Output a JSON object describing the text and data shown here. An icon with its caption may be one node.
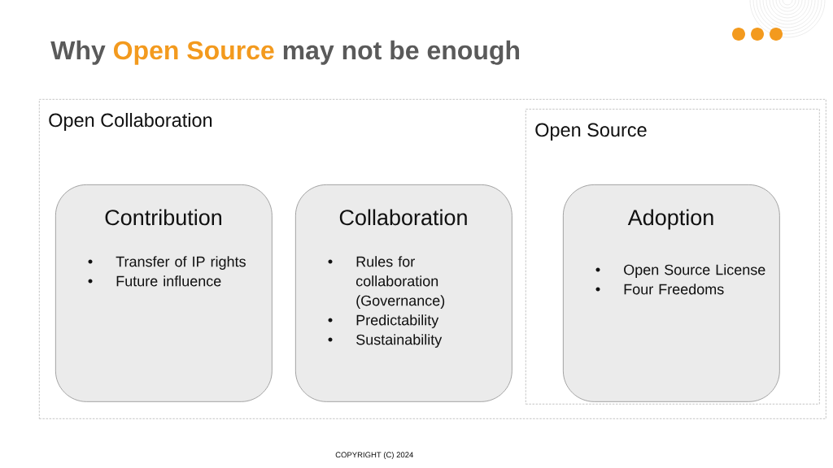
{
  "diagram": {
    "title": "Why **Open Source** may not be enough",
    "nodes": [
      {
        "text": [
          "Open Collaboration"
        ]
      },
      {
        "text": [
          "Contribution",
          "Transfer of IP rights",
          "Future influence"
        ],
        "in": 0
      },
      {
        "text": [
          "Collaboration",
          "Rules for collaboration (Governance)",
          "Predictability",
          "Sustainability"
        ],
        "in": 0
      },
      {
        "text": [
          "Open Source"
        ],
        "in": 0
      },
      {
        "text": [
          "Adoption",
          "Open Source License",
          "Four Freedoms"
        ],
        "in": 3
      }
    ],
    "labels": [
      "COPYRIGHT (C) 2024"
    ]
  }
}
